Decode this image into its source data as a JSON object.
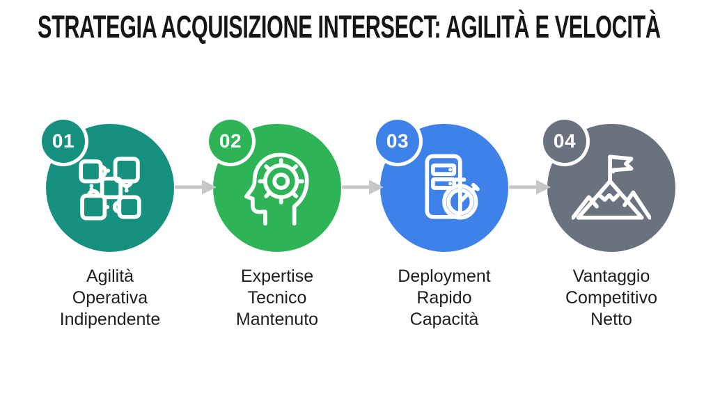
{
  "title": "STRATEGIA ACQUISIZIONE INTERSECT: AGILITÀ E VELOCITÀ",
  "title_color": "#161616",
  "background_color": "#ffffff",
  "arrow_color": "#c7c7c7",
  "icon_stroke_color": "#ffffff",
  "steps": [
    {
      "number": "01",
      "label": "Agilità\nOperativa\nIndipendente",
      "color": "#16917f",
      "icon": "modular-blocks-icon"
    },
    {
      "number": "02",
      "label": "Expertise\nTecnico\nMantenuto",
      "color": "#2eb356",
      "icon": "head-gear-icon"
    },
    {
      "number": "03",
      "label": "Deployment\nRapido\nCapacità",
      "color": "#3e81e8",
      "icon": "server-stopwatch-icon"
    },
    {
      "number": "04",
      "label": "Vantaggio\nCompetitivo\nNetto",
      "color": "#6a7280",
      "icon": "mountain-flag-icon"
    }
  ]
}
